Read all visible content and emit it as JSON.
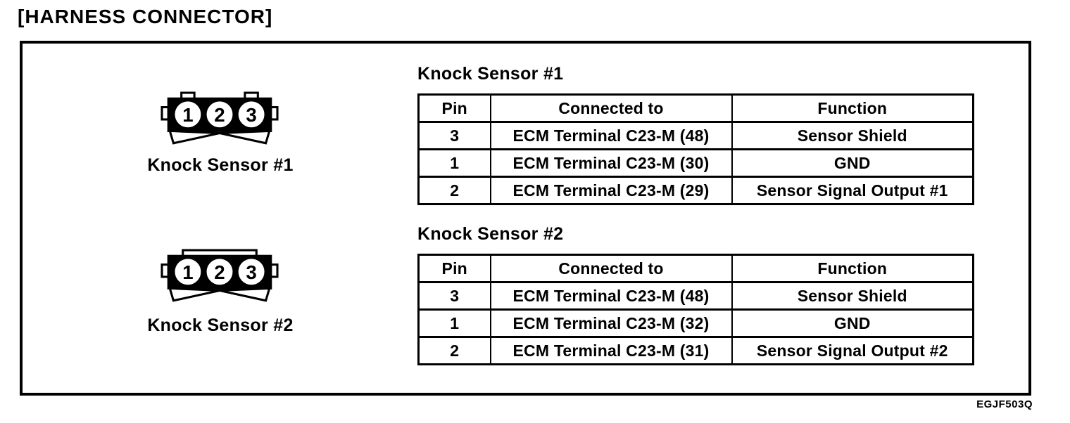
{
  "page": {
    "title": "[HARNESS CONNECTOR]",
    "figure_code": "EGJF503Q"
  },
  "colors": {
    "ink": "#000000",
    "paper": "#ffffff"
  },
  "sections": [
    {
      "heading": "Knock Sensor #1",
      "connector_label": "Knock Sensor #1",
      "connector_pins": [
        "1",
        "2",
        "3"
      ],
      "table": {
        "headers": [
          "Pin",
          "Connected to",
          "Function"
        ],
        "rows": [
          [
            "3",
            "ECM Terminal C23-M (48)",
            "Sensor Shield"
          ],
          [
            "1",
            "ECM Terminal C23-M (30)",
            "GND"
          ],
          [
            "2",
            "ECM Terminal C23-M (29)",
            "Sensor Signal Output #1"
          ]
        ]
      }
    },
    {
      "heading": "Knock Sensor #2",
      "connector_label": "Knock Sensor #2",
      "connector_pins": [
        "1",
        "2",
        "3"
      ],
      "table": {
        "headers": [
          "Pin",
          "Connected to",
          "Function"
        ],
        "rows": [
          [
            "3",
            "ECM Terminal C23-M (48)",
            "Sensor Shield"
          ],
          [
            "1",
            "ECM Terminal C23-M (32)",
            "GND"
          ],
          [
            "2",
            "ECM Terminal C23-M (31)",
            "Sensor Signal Output #2"
          ]
        ]
      }
    }
  ]
}
